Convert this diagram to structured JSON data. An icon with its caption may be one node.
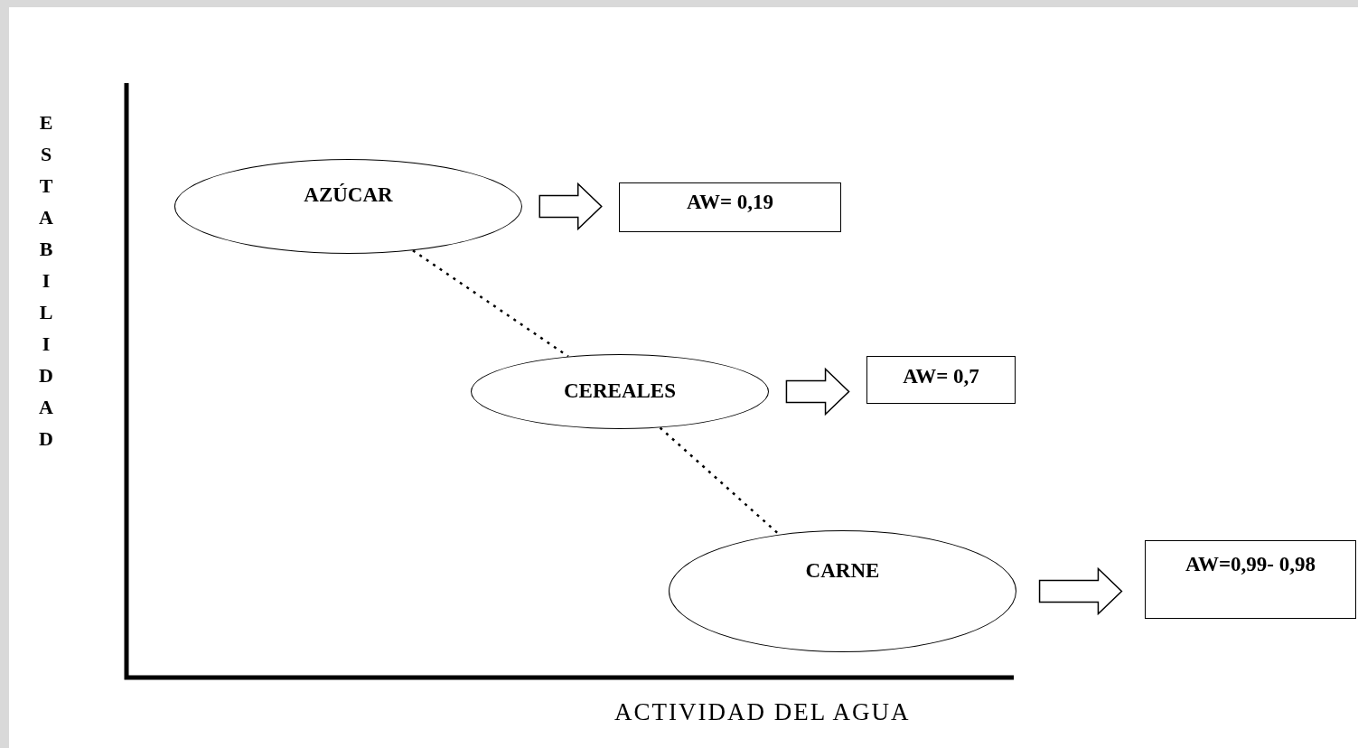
{
  "diagram": {
    "nodes": [
      {
        "text": [
          "AZÚCAR"
        ]
      },
      {
        "text": [
          "AW= 0,19"
        ]
      },
      {
        "text": [
          "CEREALES"
        ]
      },
      {
        "text": [
          "AW= 0,7"
        ]
      },
      {
        "text": [
          "CARNE"
        ]
      },
      {
        "text": [
          "AW=0,99- 0,98"
        ]
      }
    ],
    "edges": [
      {
        "from": 0,
        "to": 1,
        "arrow": "to"
      },
      {
        "from": 0,
        "to": 2,
        "arrow": "none",
        "style": "dashed"
      },
      {
        "from": 2,
        "to": 3,
        "arrow": "to"
      },
      {
        "from": 2,
        "to": 4,
        "arrow": "none",
        "style": "dashed"
      },
      {
        "from": 4,
        "to": 5,
        "arrow": "to"
      }
    ],
    "labels": [
      "ESTABILIDAD",
      "ACTIVIDAD DEL AGUA"
    ]
  }
}
